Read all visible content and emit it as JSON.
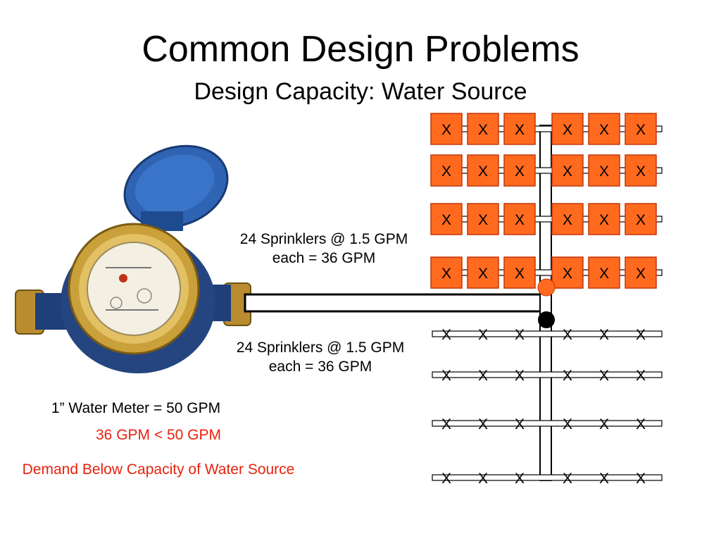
{
  "slide": {
    "title": "Common Design Problems",
    "subtitle": "Design Capacity: Water Source"
  },
  "labels": {
    "top_line1": "24 Sprinklers @ 1.5 GPM",
    "top_line2": "each =  36 GPM",
    "bottom_line1": "24 Sprinklers @ 1.5 GPM",
    "bottom_line2": "each =  36 GPM",
    "meter": "1” Water Meter = 50 GPM",
    "comparison": "36 GPM < 50 GPM",
    "conclusion": "Demand Below Capacity of Water Source"
  },
  "sprinkler_mark": "X",
  "colors": {
    "sprinkler_active_fill": "#ff6a1f",
    "sprinkler_active_border": "#c4360a",
    "node_active": "#ff6a1f",
    "node_junction": "#000000",
    "accent_text": "#e8220e",
    "meter_cover": "#2f5ea8",
    "meter_brass": "#c9a03a"
  },
  "diagram": {
    "upper_group": {
      "rows": 4,
      "sprinklers_per_row": 6,
      "state": "active"
    },
    "lower_group": {
      "rows": 4,
      "sprinklers_per_row": 6,
      "state": "inactive"
    }
  }
}
